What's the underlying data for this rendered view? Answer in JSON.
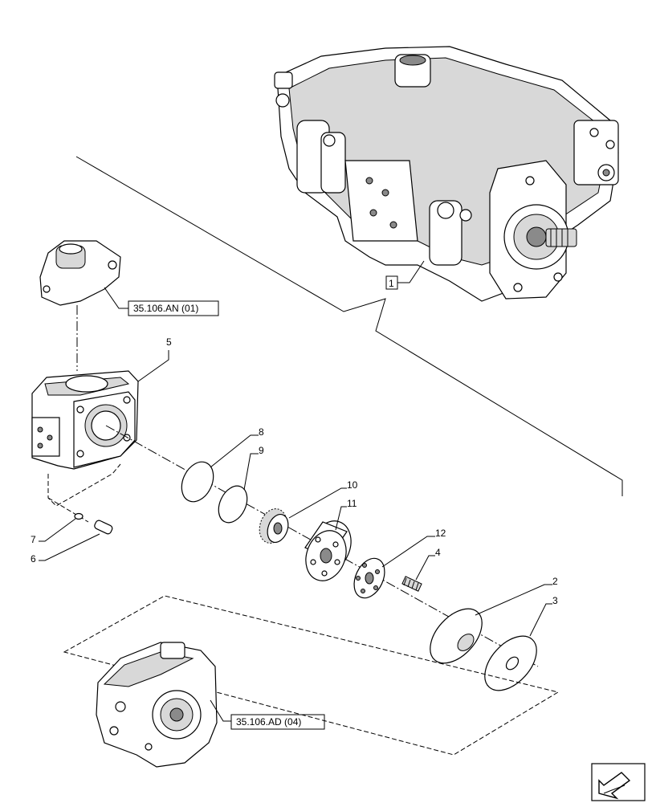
{
  "callouts": {
    "c1": "1",
    "c2": "2",
    "c3": "3",
    "c4": "4",
    "c5": "5",
    "c6": "6",
    "c7": "7",
    "c8": "8",
    "c9": "9",
    "c10": "10",
    "c11": "11",
    "c12": "12"
  },
  "references": {
    "top_ref": "35.106.AN (01)",
    "bottom_ref": "35.106.AD (04)"
  },
  "icons": {
    "nav_arrow": "arrow-icon"
  }
}
